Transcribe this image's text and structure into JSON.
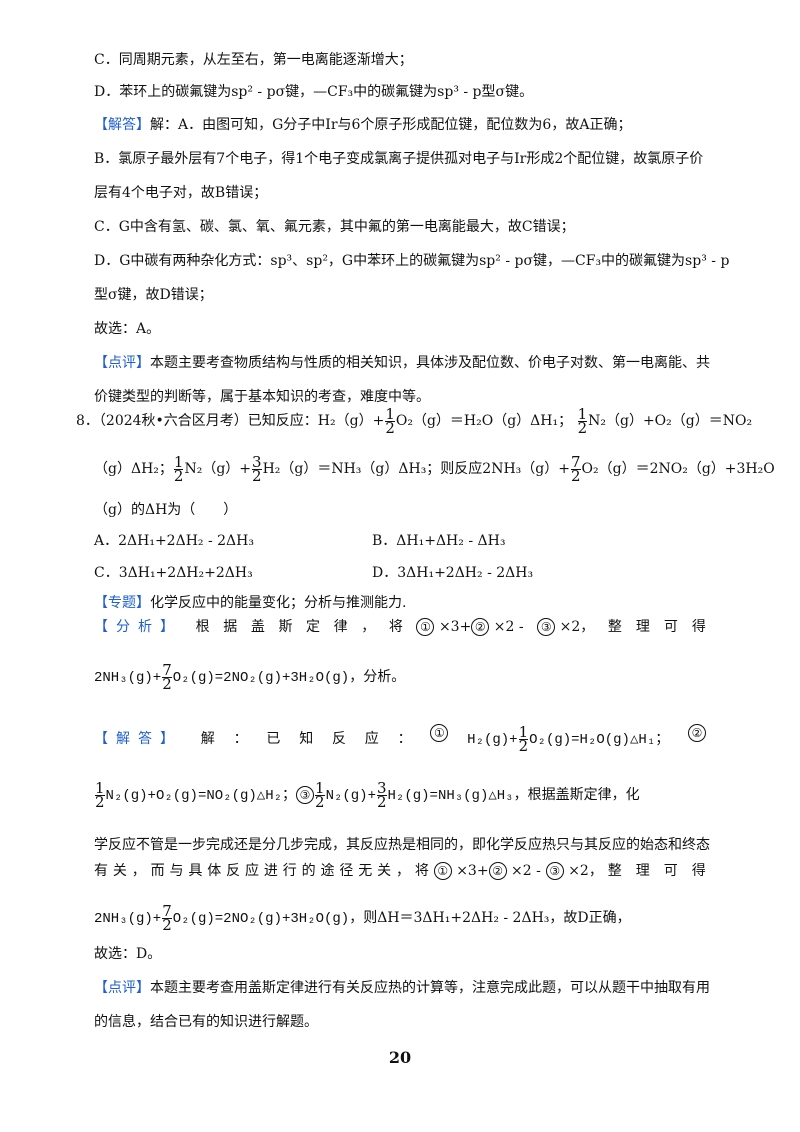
{
  "lines": {
    "c_option": "C．同周期元素，从左至右，第一电离能逐渐增大；",
    "d_option": "D．苯环上的碳氟键为sp² - pσ键，—CF₃中的碳氟键为sp³ - p型σ键。",
    "jieda_tag": "【解答】",
    "jieda_a": "解：A．由图可知，G分子中Ir与6个原子形成配位键，配位数为6，故A正确；",
    "jieda_b1": "B．氯原子最外层有7个电子，得1个电子变成氯离子提供孤对电子与Ir形成2个配位键，故氯原子价",
    "jieda_b2": "层有4个电子对，故B错误；",
    "jieda_c": "C．G中含有氢、碳、氯、氧、氟元素，其中氟的第一电离能最大，故C错误；",
    "jieda_d1": "D．G中碳有两种杂化方式：sp³、sp²，G中苯环上的碳氟键为sp² - pσ键，—CF₃中的碳氟键为sp³ - p",
    "jieda_d2": "型σ键，故D错误；",
    "choose_a": "故选：A。",
    "dianping_tag": "【点评】",
    "dianping1": "本题主要考查物质结构与性质的相关知识，具体涉及配位数、价电子对数、第一电离能、共",
    "dianping2": "价键类型的判断等，属于基本知识的考查，难度中等。"
  },
  "q8": {
    "num": "8．",
    "intro": "（2024秋•六合区月考）已知反应：H₂（g）+",
    "half": "1",
    "two": "2",
    "o2_dh1": "O₂（g）＝H₂O（g）ΔH₁；",
    "n2_o2": "N₂（g）+O₂（g）＝NO₂",
    "line2_a": "（g）ΔH₂；",
    "three": "3",
    "n2": "N₂（g）+",
    "h2_nh3": "H₂（g）＝NH₃（g）ΔH₃；则反应2NH₃（g）+",
    "seven": "7",
    "o2_no2": "O₂（g）＝2NO₂（g）+3H₂O",
    "line3": "（g）的ΔH为（　　）",
    "opt_a": "A．2ΔH₁+2ΔH₂ - 2ΔH₃",
    "opt_b": "B．ΔH₁+ΔH₂ - ΔH₃",
    "opt_c": "C．3ΔH₁+2ΔH₂+2ΔH₃",
    "opt_d": "D．3ΔH₁+2ΔH₂ - 2ΔH₃",
    "zhuanti_tag": "【专题】",
    "zhuanti": "化学反应中的能量变化；分析与推测能力.",
    "fenxi_tag": "【分析】",
    "fenxi_words": [
      "根",
      "据",
      "盖",
      "斯",
      "定",
      "律",
      "，",
      "将"
    ],
    "c1": "①",
    "c2": "②",
    "c3": "③",
    "x3p": "×3+",
    "x2m": "×2 -",
    "x2c": "×2，",
    "zhengli": "整　理　可　得",
    "eq_lhs": "2NH₃(g)+",
    "eq_rhs": "O₂(g)=2NO₂(g)+3H₂O(g)",
    "fenxi_end": "，分析。",
    "jieda2_tag": "【解答】",
    "jieda2_words": [
      "解",
      "：",
      "已",
      "知",
      "反",
      "应",
      "："
    ],
    "r1": "H₂(g)+",
    "r1b": "O₂(g)=H₂O(g)△H₁",
    "semi": "；",
    "r2a": "N₂(g)+O₂(g)=NO₂(g)△H₂",
    "r3a": "N₂(g)+",
    "r3b": "H₂(g)=NH₃(g)△H₃",
    "r3_end": "，根据盖斯定律，化",
    "law1": "学反应不管是一步完成还是分几步完成，其反应热是相同的，即化学反应热只与其反应的始态和终态",
    "law2_words": [
      "有",
      "关",
      "，",
      "而",
      "与",
      "具",
      "体",
      "反",
      "应",
      "进",
      "行",
      "的",
      "途",
      "径",
      "无",
      "关",
      "，",
      "将"
    ],
    "final_tail": "，则ΔH＝3ΔH₁+2ΔH₂ - 2ΔH₃，故D正确，",
    "choose_d": "故选：D。",
    "dianping_tag": "【点评】",
    "dianping1": "本题主要考查用盖斯定律进行有关反应热的计算等，注意完成此题，可以从题干中抽取有用",
    "dianping2": "的信息，结合已有的知识进行解题。"
  },
  "page_number": "20",
  "colors": {
    "tag": "#1f5fd1",
    "text": "#111111"
  }
}
